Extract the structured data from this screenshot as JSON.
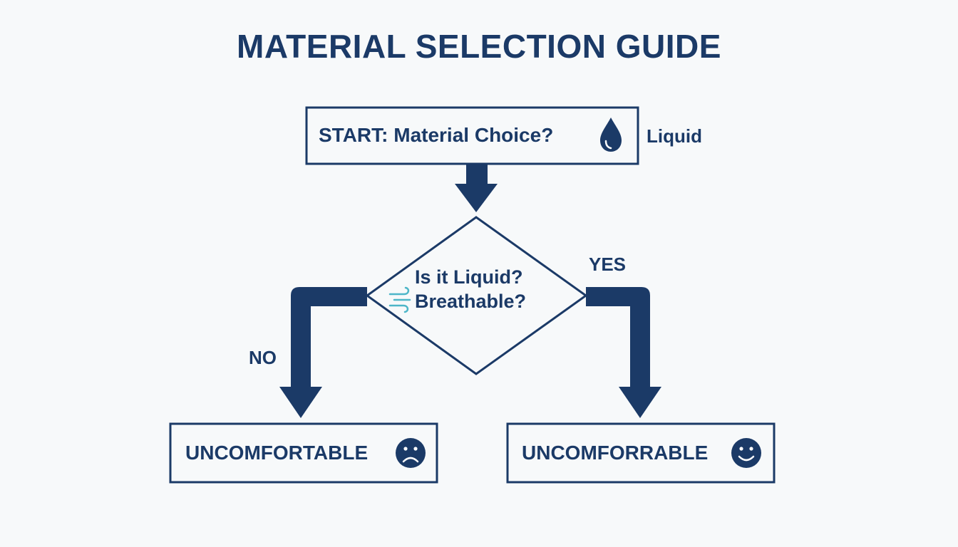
{
  "title": "MATERIAL SELECTION GUIDE",
  "colors": {
    "primary": "#1b3a67",
    "background": "#f7f9fa",
    "accent": "#4db6c8"
  },
  "nodes": {
    "start": {
      "label": "START: Material Choice?",
      "icon": "water-drop-icon"
    },
    "decision": {
      "line1": "Is it Liquid?",
      "line2": "Breathable?",
      "icon": "wind-icon"
    },
    "left_result": {
      "label": "UNCOMFORTABLE",
      "icon": "sad-face-icon"
    },
    "right_result": {
      "label": "UNCOMFORRABLE",
      "icon": "happy-face-icon"
    }
  },
  "edge_labels": {
    "start_side": "Liquid",
    "yes": "YES",
    "no": "NO"
  }
}
